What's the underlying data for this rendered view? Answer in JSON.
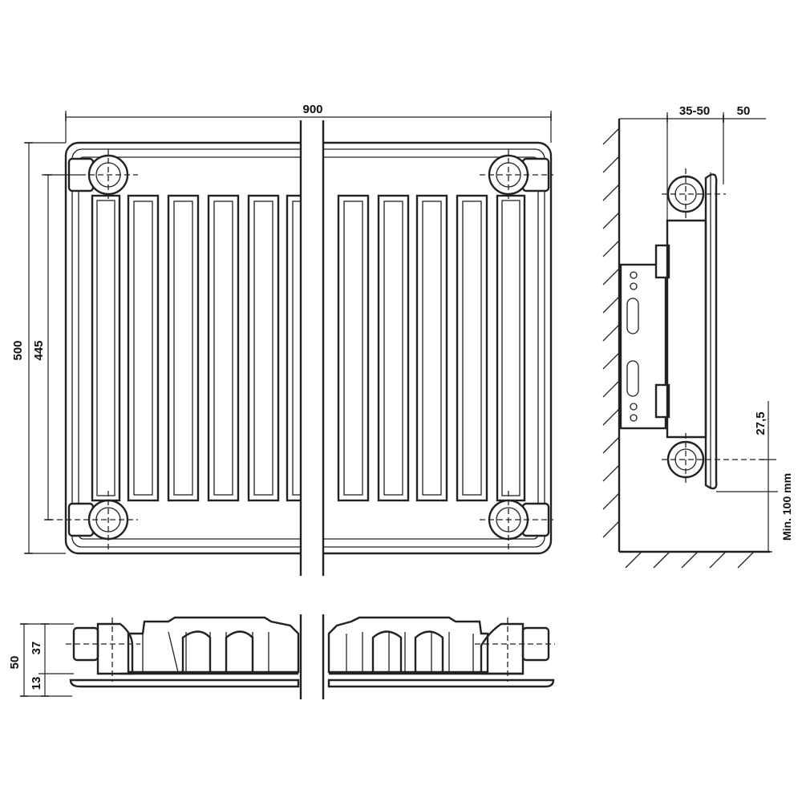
{
  "front_view": {
    "width_label": "900",
    "height_label": "500",
    "connection_distance_label": "445"
  },
  "side_view": {
    "wall_distance_label": "35-50",
    "depth_label": "50",
    "offset_label": "27,5",
    "floor_clearance_label": "Min. 100 mm"
  },
  "top_view": {
    "total_depth_label": "50",
    "upper_label": "37",
    "lower_label": "13"
  },
  "colors": {
    "line": "#222222",
    "background": "#ffffff"
  }
}
